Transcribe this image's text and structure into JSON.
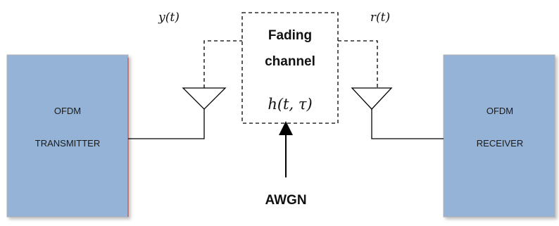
{
  "transmitter": {
    "line1": "OFDM",
    "line2": "TRANSMITTER",
    "fill_color": "#95b3d7"
  },
  "receiver": {
    "line1": "OFDM",
    "line2": "RECEIVER",
    "fill_color": "#95b3d7"
  },
  "channel": {
    "line1": "Fading",
    "line2": "channel",
    "response": "h(t, τ)"
  },
  "signals": {
    "transmitted": "y(t)",
    "received": "r(t)"
  },
  "noise": {
    "label": "AWGN"
  }
}
